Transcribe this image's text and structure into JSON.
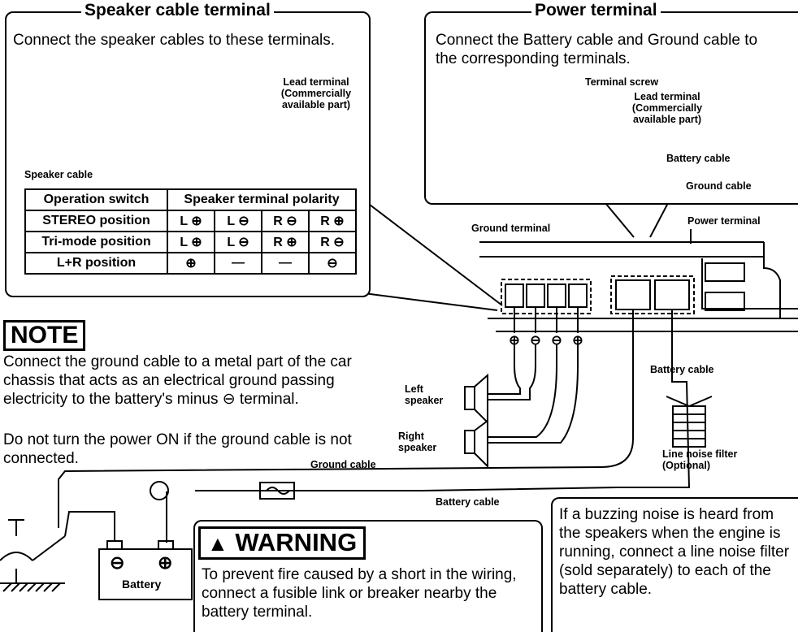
{
  "speaker_terminal": {
    "title": "Speaker cable terminal",
    "text": "Connect the speaker cables to these terminals.",
    "lead_terminal_label": "Lead terminal (Commercially available part)",
    "speaker_cable_label": "Speaker cable"
  },
  "polarity_table": {
    "headers": [
      "Operation switch",
      "Speaker terminal polarity"
    ],
    "rows": [
      {
        "label": "STEREO position",
        "cells": [
          "L ⊕",
          "L ⊖",
          "R ⊖",
          "R ⊕"
        ]
      },
      {
        "label": "Tri-mode position",
        "cells": [
          "L ⊕",
          "L ⊖",
          "R ⊕",
          "R ⊖"
        ]
      },
      {
        "label": "L+R position",
        "cells": [
          "⊕",
          "—",
          "—",
          "⊖"
        ]
      }
    ]
  },
  "power_terminal": {
    "title": "Power terminal",
    "text": "Connect the Battery cable and Ground cable to the corresponding terminals.",
    "terminal_screw_label": "Terminal screw",
    "lead_terminal_label": "Lead terminal (Commercially available part)",
    "battery_cable_label": "Battery cable",
    "ground_cable_label": "Ground cable"
  },
  "diagram_labels": {
    "ground_terminal": "Ground terminal",
    "power_terminal": "Power terminal",
    "left_speaker": "Left speaker",
    "right_speaker": "Right speaker",
    "ground_cable": "Ground cable",
    "battery_cable_wire": "Battery cable",
    "battery_cable_filter": "Battery cable",
    "line_noise_filter": "Line noise filter (Optional)",
    "battery": "Battery",
    "plus_sign": "⊕",
    "minus_sign": "⊖"
  },
  "note": {
    "heading": "NOTE",
    "text_1": "Connect the ground cable to a metal part of the car chassis that acts as an electrical ground passing electricity to the battery's minus ⊖ terminal.",
    "text_2": "Do not turn the power ON if the ground cable is not connected."
  },
  "warning": {
    "heading": "WARNING",
    "symbol": "▲",
    "text": "To prevent fire caused by a short in the wiring, connect a fusible link or breaker nearby the battery terminal."
  },
  "noise_tip": {
    "text": "If a buzzing noise is heard from the speakers when the engine is running, connect a line noise filter (sold separately) to each of the battery cable."
  }
}
